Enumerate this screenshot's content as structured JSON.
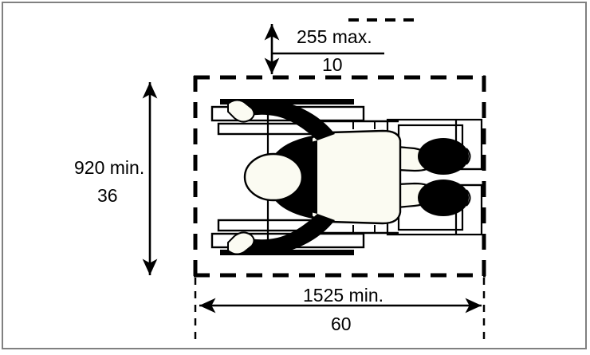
{
  "diagram": {
    "title": "Wheelchair clearance plan view",
    "figure_name": "person-in-wheelchair-top-view",
    "colors": {
      "line": "#000000",
      "fill_white": "#ffffff",
      "fill_body": "#fbfbf2",
      "border_gray": "#808080"
    },
    "dimensions": {
      "top": {
        "name": "toe-clearance-depth",
        "metric": "255 max.",
        "imperial": "10",
        "arrow": "vertical-double-arrow"
      },
      "left": {
        "name": "clear-width",
        "metric": "920 min.",
        "imperial": "36",
        "arrow": "vertical-double-arrow"
      },
      "bottom": {
        "name": "clear-length",
        "metric": "1525  min.",
        "imperial": "60",
        "arrow": "horizontal-double-arrow"
      }
    }
  }
}
